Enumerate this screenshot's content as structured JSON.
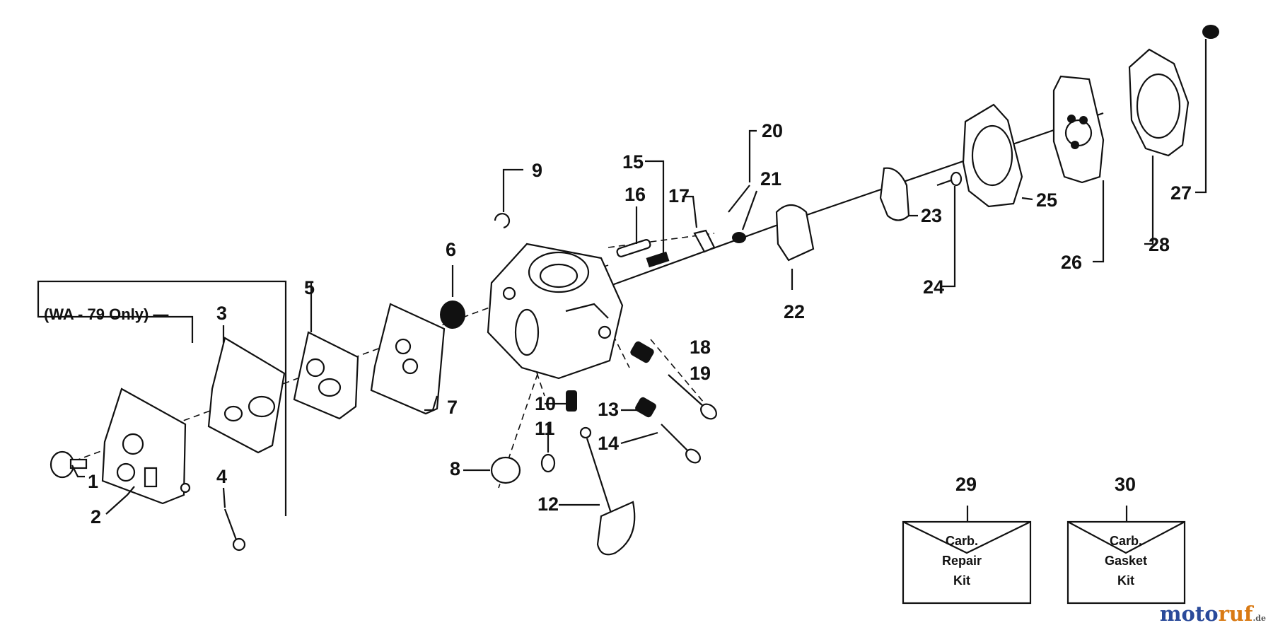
{
  "diagram": {
    "note": "(WA - 79 Only) —",
    "callouts": [
      "1",
      "2",
      "3",
      "4",
      "5",
      "6",
      "7",
      "8",
      "9",
      "10",
      "11",
      "12",
      "13",
      "14",
      "15",
      "16",
      "17",
      "18",
      "19",
      "20",
      "21",
      "22",
      "23",
      "24",
      "25",
      "26",
      "27",
      "28",
      "29",
      "30"
    ],
    "kits": [
      {
        "number": "29",
        "line1": "Carb.",
        "line2": "Repair",
        "line3": "Kit"
      },
      {
        "number": "30",
        "line1": "Carb.",
        "line2": "Gasket",
        "line3": "Kit"
      }
    ]
  },
  "watermark": {
    "part1": "moto",
    "part2": "ruf",
    "part3": ".de"
  }
}
